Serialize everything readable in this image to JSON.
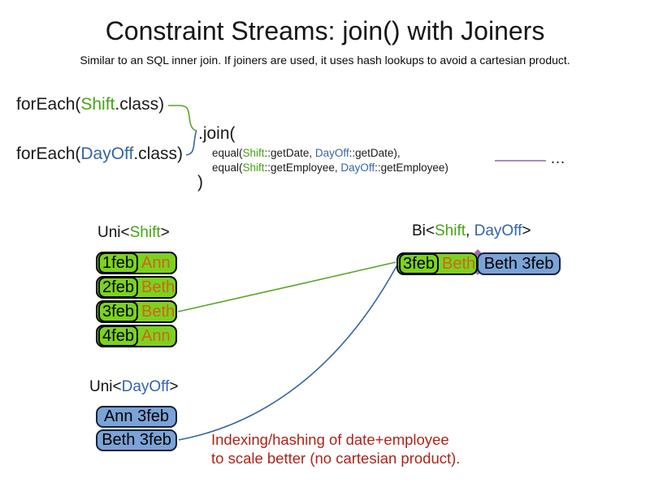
{
  "slide": {
    "title": "Constraint Streams: join() with Joiners",
    "subtitle": "Similar to an SQL inner join. If joiners are used, it uses hash lookups to avoid a cartesian product."
  },
  "code": {
    "foreach_shift": {
      "pre": "forEach(",
      "cls": "Shift",
      "post": ".class)"
    },
    "foreach_dayoff": {
      "pre": "forEach(",
      "cls": "DayOff",
      "post": ".class)"
    },
    "join_open": ".join(",
    "joiner_date": {
      "pre": "equal(",
      "shift": "Shift",
      "mid1": "::getDate, ",
      "dayoff": "DayOff",
      "post": "::getDate),"
    },
    "joiner_employee": {
      "pre": "equal(",
      "shift": "Shift",
      "mid1": "::getEmployee, ",
      "dayoff": "DayOff",
      "post": "::getEmployee)"
    },
    "join_close": ")",
    "ellipsis": "…"
  },
  "uni_shift": {
    "label": {
      "pre": "Uni<",
      "type": "Shift",
      "post": ">"
    },
    "rows": [
      {
        "date": "1feb",
        "employee": "Ann"
      },
      {
        "date": "2feb",
        "employee": "Beth"
      },
      {
        "date": "3feb",
        "employee": "Beth"
      },
      {
        "date": "4feb",
        "employee": "Ann"
      }
    ]
  },
  "uni_dayoff": {
    "label": {
      "pre": "Uni<",
      "type": "DayOff",
      "post": ">"
    },
    "rows": [
      {
        "text": "Ann 3feb"
      },
      {
        "text": "Beth 3feb"
      }
    ]
  },
  "bi": {
    "label": {
      "pre": "Bi<",
      "type1": "Shift",
      "sep": ", ",
      "type2": "DayOff",
      "post": ">"
    },
    "row": {
      "shift_date": "3feb",
      "shift_employee": "Beth",
      "dayoff": "Beth 3feb"
    }
  },
  "note": {
    "line1": "Indexing/hashing of date+employee",
    "line2": "to scale better (no cartesian product)."
  },
  "colors": {
    "shift_green": "#46a412",
    "dayoff_blue": "#3465a4",
    "employee_orange": "#d2641a",
    "cell_green": "#7cd21f",
    "cell_blue": "#7ba3d6",
    "blue_border": "#10233f",
    "note_red": "#b02318",
    "connector_green": "#56a829",
    "connector_blue": "#3465a4",
    "joiner_purple": "#8769aa",
    "diamond_purple": "#a06cb0"
  }
}
